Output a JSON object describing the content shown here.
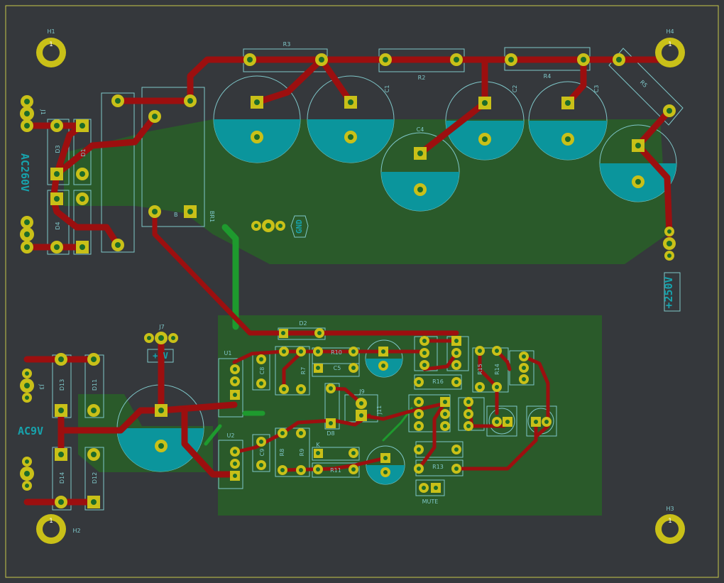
{
  "board": {
    "mounting_holes": [
      {
        "ref": "H1",
        "pad": "1"
      },
      {
        "ref": "H4",
        "pad": "1"
      },
      {
        "ref": "H2",
        "pad": "1"
      },
      {
        "ref": "H3",
        "pad": "1"
      }
    ],
    "labels": {
      "ac260v": "AC260V",
      "ac9v": "AC9V",
      "plus250v": "+250V",
      "gnd": "GND",
      "mute": "MUTE",
      "j1": "J1",
      "j7": "J7",
      "b_pin": "B"
    },
    "resistors": [
      "R3",
      "R2",
      "R4",
      "R5",
      "R10",
      "R7",
      "R8",
      "R9",
      "R11",
      "R15",
      "R16",
      "R13",
      "R14"
    ],
    "capacitors": [
      "C1",
      "C2",
      "C3",
      "C4",
      "C5",
      "C8",
      "C9"
    ],
    "regulators": [
      "U1",
      "U2"
    ],
    "diodes": [
      "D1",
      "D2",
      "D3",
      "D4",
      "D8",
      "D11",
      "D12",
      "D13",
      "D14"
    ],
    "bridge": "BR1",
    "misc": [
      "J3",
      "J9",
      "J11",
      "K"
    ]
  },
  "colors": {
    "background": "#35383c",
    "copper_fill": "#2a5a2a",
    "trace": "#9c0f0f",
    "pad": "#c9c018",
    "silkscreen": "#7fc7c9",
    "capacitor_fill": "#0b959c"
  }
}
